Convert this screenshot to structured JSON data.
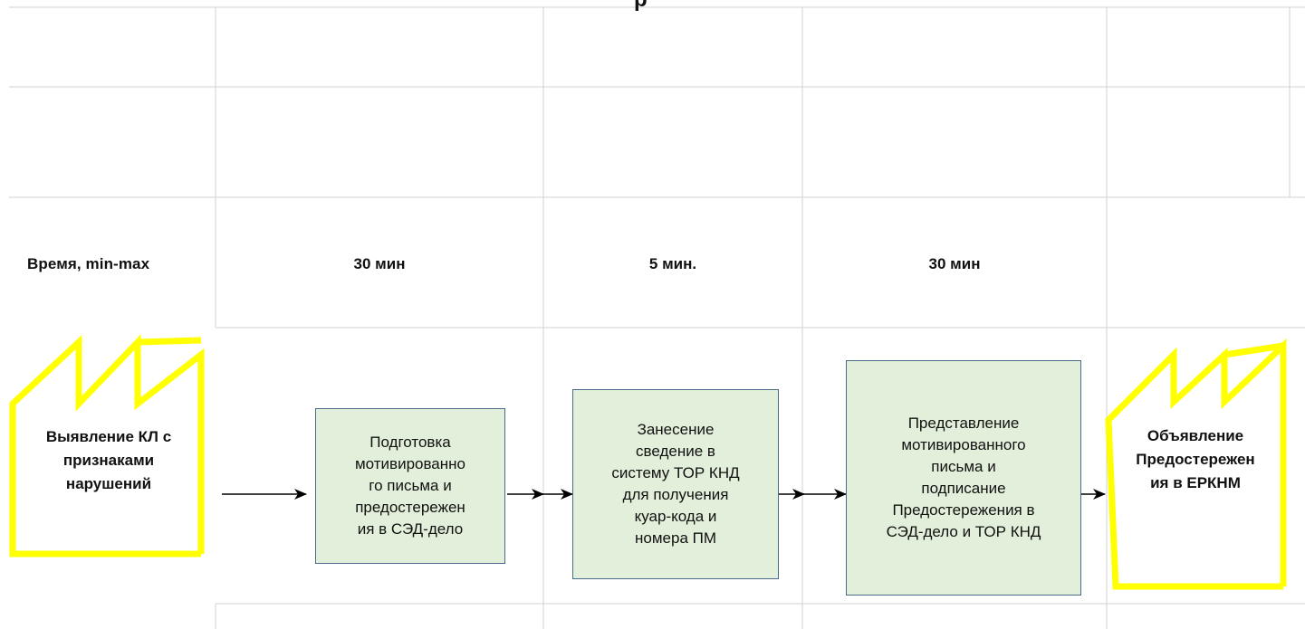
{
  "header_fragment": "р",
  "time_row": {
    "label": "Время, min-max",
    "values": [
      "30 мин",
      "5 мин.",
      "30 мин"
    ]
  },
  "start_event": {
    "label": "Выявление КЛ с\nпризнаками\nнарушений"
  },
  "end_event": {
    "label": "Объявление\nПредостережен\nия в ЕРКНМ"
  },
  "steps": [
    {
      "label": "Подготовка\nмотивированно\nго письма и\nпредостережен\nия в СЭД-дело"
    },
    {
      "label": "Занесение\nсведение в\nсистему ТОР КНД\nдля получения\nкуар-кода и\nномера ПМ"
    },
    {
      "label": "Представление\nмотивированного\nписьма и\nподписание\nПредостережения в\nСЭД-дело и ТОР КНД"
    }
  ],
  "colors": {
    "process_fill": "#e2efda",
    "process_border": "#4a6b8a",
    "event_highlight": "#ffff00",
    "grid_line": "#d9d9d9"
  }
}
